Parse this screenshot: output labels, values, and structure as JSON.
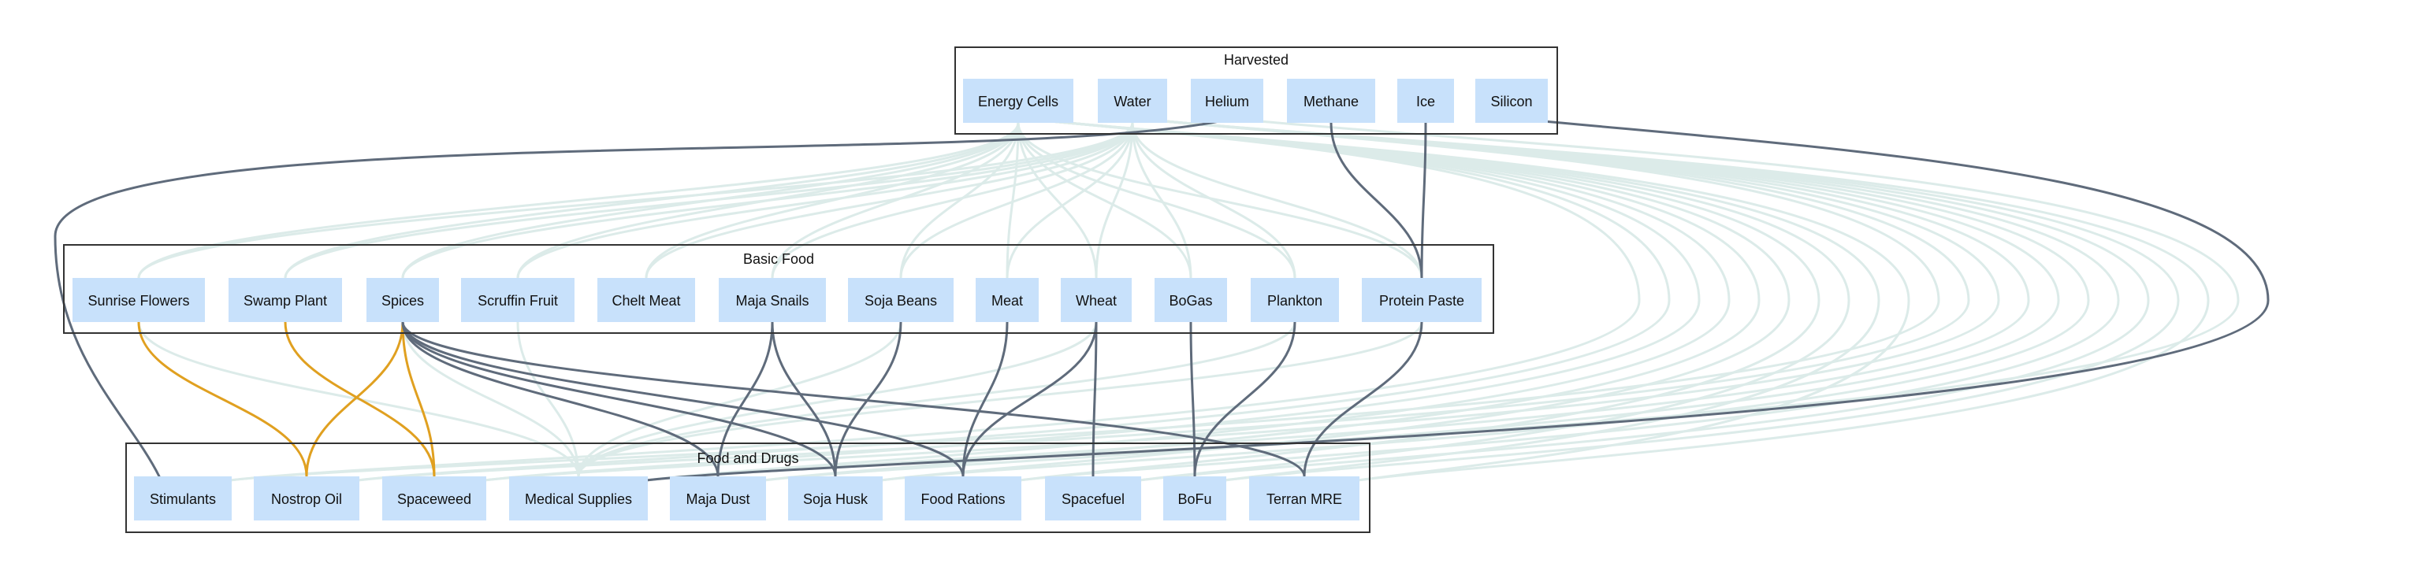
{
  "colors": {
    "node_fill": "#c8e1fb",
    "cluster_stroke": "#333333",
    "edge_faint": "#dcebe9",
    "edge_dark": "#5f6b7b",
    "edge_orange": "#e0a020",
    "background": "#ffffff"
  },
  "clusters": [
    {
      "id": "harvested",
      "title": "Harvested"
    },
    {
      "id": "basic_food",
      "title": "Basic Food"
    },
    {
      "id": "food_drugs",
      "title": "Food and Drugs"
    }
  ],
  "nodes": {
    "harvested": [
      {
        "id": "energy_cells",
        "label": "Energy Cells"
      },
      {
        "id": "water",
        "label": "Water"
      },
      {
        "id": "helium",
        "label": "Helium"
      },
      {
        "id": "methane",
        "label": "Methane"
      },
      {
        "id": "ice",
        "label": "Ice"
      },
      {
        "id": "silicon",
        "label": "Silicon"
      }
    ],
    "basic_food": [
      {
        "id": "sunrise_flowers",
        "label": "Sunrise Flowers"
      },
      {
        "id": "swamp_plant",
        "label": "Swamp Plant"
      },
      {
        "id": "spices",
        "label": "Spices"
      },
      {
        "id": "scruffin_fruit",
        "label": "Scruffin Fruit"
      },
      {
        "id": "chelt_meat",
        "label": "Chelt Meat"
      },
      {
        "id": "maja_snails",
        "label": "Maja Snails"
      },
      {
        "id": "soja_beans",
        "label": "Soja Beans"
      },
      {
        "id": "meat",
        "label": "Meat"
      },
      {
        "id": "wheat",
        "label": "Wheat"
      },
      {
        "id": "bogas",
        "label": "BoGas"
      },
      {
        "id": "plankton",
        "label": "Plankton"
      },
      {
        "id": "protein_paste",
        "label": "Protein Paste"
      }
    ],
    "food_drugs": [
      {
        "id": "stimulants",
        "label": "Stimulants"
      },
      {
        "id": "nostrop_oil",
        "label": "Nostrop Oil"
      },
      {
        "id": "spaceweed",
        "label": "Spaceweed"
      },
      {
        "id": "medical_supplies",
        "label": "Medical Supplies"
      },
      {
        "id": "maja_dust",
        "label": "Maja Dust"
      },
      {
        "id": "soja_husk",
        "label": "Soja Husk"
      },
      {
        "id": "food_rations",
        "label": "Food Rations"
      },
      {
        "id": "spacefuel",
        "label": "Spacefuel"
      },
      {
        "id": "bofu",
        "label": "BoFu"
      },
      {
        "id": "terran_mre",
        "label": "Terran MRE"
      }
    ]
  },
  "edges": [
    {
      "from": "energy_cells",
      "to": "sunrise_flowers",
      "style": "faint"
    },
    {
      "from": "energy_cells",
      "to": "swamp_plant",
      "style": "faint"
    },
    {
      "from": "energy_cells",
      "to": "spices",
      "style": "faint"
    },
    {
      "from": "energy_cells",
      "to": "scruffin_fruit",
      "style": "faint"
    },
    {
      "from": "energy_cells",
      "to": "chelt_meat",
      "style": "faint"
    },
    {
      "from": "energy_cells",
      "to": "maja_snails",
      "style": "faint"
    },
    {
      "from": "energy_cells",
      "to": "soja_beans",
      "style": "faint"
    },
    {
      "from": "energy_cells",
      "to": "meat",
      "style": "faint"
    },
    {
      "from": "energy_cells",
      "to": "wheat",
      "style": "faint"
    },
    {
      "from": "energy_cells",
      "to": "bogas",
      "style": "faint"
    },
    {
      "from": "energy_cells",
      "to": "plankton",
      "style": "faint"
    },
    {
      "from": "energy_cells",
      "to": "protein_paste",
      "style": "faint"
    },
    {
      "from": "water",
      "to": "sunrise_flowers",
      "style": "faint"
    },
    {
      "from": "water",
      "to": "swamp_plant",
      "style": "faint"
    },
    {
      "from": "water",
      "to": "spices",
      "style": "faint"
    },
    {
      "from": "water",
      "to": "scruffin_fruit",
      "style": "faint"
    },
    {
      "from": "water",
      "to": "chelt_meat",
      "style": "faint"
    },
    {
      "from": "water",
      "to": "maja_snails",
      "style": "faint"
    },
    {
      "from": "water",
      "to": "soja_beans",
      "style": "faint"
    },
    {
      "from": "water",
      "to": "meat",
      "style": "faint"
    },
    {
      "from": "water",
      "to": "wheat",
      "style": "faint"
    },
    {
      "from": "water",
      "to": "bogas",
      "style": "faint"
    },
    {
      "from": "water",
      "to": "plankton",
      "style": "faint"
    },
    {
      "from": "water",
      "to": "protein_paste",
      "style": "faint"
    },
    {
      "from": "ice",
      "to": "protein_paste",
      "style": "dark"
    },
    {
      "from": "methane",
      "to": "protein_paste",
      "style": "dark"
    },
    {
      "from": "helium",
      "to": "stimulants",
      "style": "dark",
      "route": "loop-left"
    },
    {
      "from": "silicon",
      "to": "medical_supplies",
      "style": "dark",
      "route": "loop-right"
    },
    {
      "from": "energy_cells",
      "to": "stimulants",
      "style": "faint",
      "route": "loop-right"
    },
    {
      "from": "energy_cells",
      "to": "nostrop_oil",
      "style": "faint",
      "route": "loop-right"
    },
    {
      "from": "energy_cells",
      "to": "spaceweed",
      "style": "faint",
      "route": "loop-right"
    },
    {
      "from": "energy_cells",
      "to": "medical_supplies",
      "style": "faint",
      "route": "loop-right"
    },
    {
      "from": "energy_cells",
      "to": "maja_dust",
      "style": "faint",
      "route": "loop-right"
    },
    {
      "from": "energy_cells",
      "to": "soja_husk",
      "style": "faint",
      "route": "loop-right"
    },
    {
      "from": "energy_cells",
      "to": "food_rations",
      "style": "faint",
      "route": "loop-right"
    },
    {
      "from": "energy_cells",
      "to": "spacefuel",
      "style": "faint",
      "route": "loop-right"
    },
    {
      "from": "energy_cells",
      "to": "bofu",
      "style": "faint",
      "route": "loop-right"
    },
    {
      "from": "energy_cells",
      "to": "terran_mre",
      "style": "faint",
      "route": "loop-right"
    },
    {
      "from": "water",
      "to": "stimulants",
      "style": "faint",
      "route": "loop-right"
    },
    {
      "from": "water",
      "to": "nostrop_oil",
      "style": "faint",
      "route": "loop-right"
    },
    {
      "from": "water",
      "to": "spaceweed",
      "style": "faint",
      "route": "loop-right"
    },
    {
      "from": "water",
      "to": "medical_supplies",
      "style": "faint",
      "route": "loop-right"
    },
    {
      "from": "water",
      "to": "maja_dust",
      "style": "faint",
      "route": "loop-right"
    },
    {
      "from": "water",
      "to": "soja_husk",
      "style": "faint",
      "route": "loop-right"
    },
    {
      "from": "water",
      "to": "food_rations",
      "style": "faint",
      "route": "loop-right"
    },
    {
      "from": "water",
      "to": "spacefuel",
      "style": "faint",
      "route": "loop-right"
    },
    {
      "from": "water",
      "to": "bofu",
      "style": "faint",
      "route": "loop-right"
    },
    {
      "from": "water",
      "to": "terran_mre",
      "style": "faint",
      "route": "loop-right"
    },
    {
      "from": "helium",
      "to": "medical_supplies",
      "style": "faint",
      "route": "loop-right"
    },
    {
      "from": "sunrise_flowers",
      "to": "nostrop_oil",
      "style": "orange"
    },
    {
      "from": "swamp_plant",
      "to": "spaceweed",
      "style": "orange"
    },
    {
      "from": "spices",
      "to": "nostrop_oil",
      "style": "orange"
    },
    {
      "from": "spices",
      "to": "spaceweed",
      "style": "orange"
    },
    {
      "from": "spices",
      "to": "maja_dust",
      "style": "dark"
    },
    {
      "from": "spices",
      "to": "soja_husk",
      "style": "dark"
    },
    {
      "from": "spices",
      "to": "food_rations",
      "style": "dark"
    },
    {
      "from": "spices",
      "to": "terran_mre",
      "style": "dark"
    },
    {
      "from": "spices",
      "to": "medical_supplies",
      "style": "faint"
    },
    {
      "from": "sunrise_flowers",
      "to": "medical_supplies",
      "style": "faint"
    },
    {
      "from": "scruffin_fruit",
      "to": "medical_supplies",
      "style": "faint"
    },
    {
      "from": "maja_snails",
      "to": "maja_dust",
      "style": "dark"
    },
    {
      "from": "maja_snails",
      "to": "soja_husk",
      "style": "dark"
    },
    {
      "from": "soja_beans",
      "to": "soja_husk",
      "style": "dark"
    },
    {
      "from": "soja_beans",
      "to": "medical_supplies",
      "style": "faint"
    },
    {
      "from": "meat",
      "to": "food_rations",
      "style": "dark"
    },
    {
      "from": "wheat",
      "to": "food_rations",
      "style": "dark"
    },
    {
      "from": "wheat",
      "to": "spacefuel",
      "style": "dark"
    },
    {
      "from": "wheat",
      "to": "medical_supplies",
      "style": "faint"
    },
    {
      "from": "bogas",
      "to": "bofu",
      "style": "dark"
    },
    {
      "from": "plankton",
      "to": "bofu",
      "style": "dark"
    },
    {
      "from": "plankton",
      "to": "medical_supplies",
      "style": "faint"
    },
    {
      "from": "protein_paste",
      "to": "terran_mre",
      "style": "dark"
    },
    {
      "from": "protein_paste",
      "to": "medical_supplies",
      "style": "faint"
    }
  ]
}
